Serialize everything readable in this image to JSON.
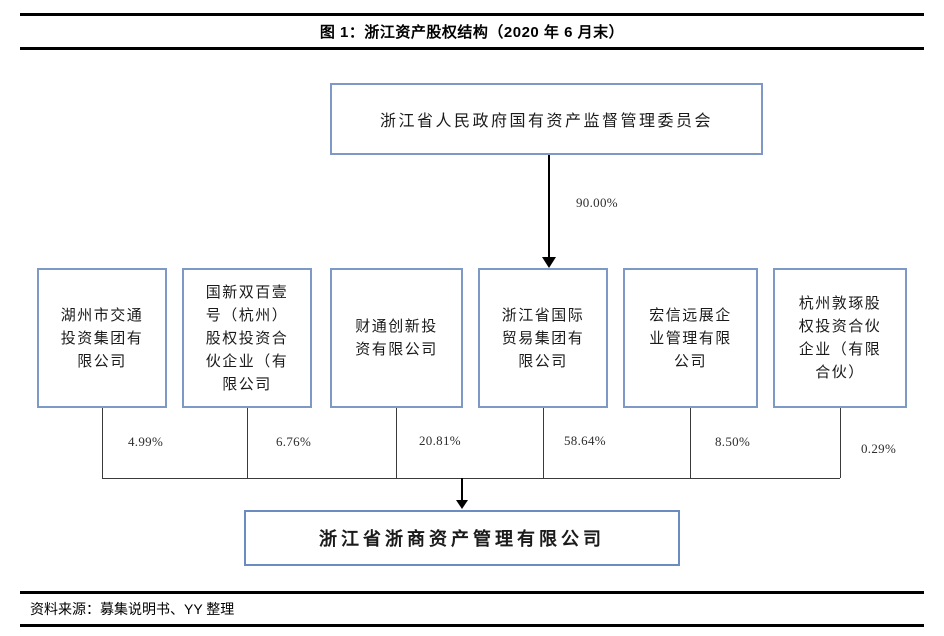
{
  "header": {
    "title": "图 1：浙江资产股权结构（2020 年 6 月末）"
  },
  "footer": {
    "source": "资料来源：募集说明书、YY 整理"
  },
  "diagram": {
    "root": {
      "name": "浙江省人民政府国有资产监督管理委员会",
      "ownership_pct": "90.00%",
      "owns": "浙江省国际贸易集团有限公司"
    },
    "shareholders": [
      {
        "name": "湖州市交通投资集团有限公司",
        "lines": [
          "湖州市交通",
          "投资集团有",
          "限公司"
        ],
        "pct": "4.99%"
      },
      {
        "name": "国新双百壹号（杭州）股权投资合伙企业（有限公司",
        "lines": [
          "国新双百壹",
          "号（杭州）",
          "股权投资合",
          "伙企业（有",
          "限公司"
        ],
        "pct": "6.76%"
      },
      {
        "name": "财通创新投资有限公司",
        "lines": [
          "财通创新投",
          "资有限公司"
        ],
        "pct": "20.81%"
      },
      {
        "name": "浙江省国际贸易集团有限公司",
        "lines": [
          "浙江省国际",
          "贸易集团有",
          "限公司"
        ],
        "pct": "58.64%"
      },
      {
        "name": "宏信远展企业管理有限公司",
        "lines": [
          "宏信远展企",
          "业管理有限",
          "公司"
        ],
        "pct": "8.50%"
      },
      {
        "name": "杭州敦琢股权投资合伙企业（有限合伙）",
        "lines": [
          "杭州敦琢股",
          "权投资合伙",
          "企业（有限",
          "合伙）"
        ],
        "pct": "0.29%"
      }
    ],
    "subsidiary": {
      "name": "浙江省浙商资产管理有限公司"
    }
  },
  "colors": {
    "box_border": "#7e99c5",
    "subsidiary_box_border": "#6b8cc0",
    "connector_line": "#3a3a3a",
    "arrow": "#000000",
    "rule": "#000000"
  }
}
